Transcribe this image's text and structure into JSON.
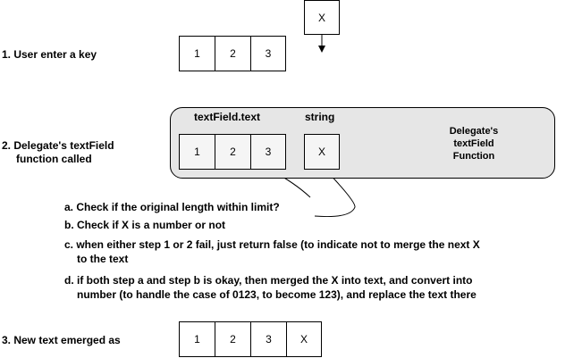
{
  "input_key": {
    "value": "X"
  },
  "step1": {
    "label": "1. User enter a key",
    "cells": [
      "1",
      "2",
      "3"
    ]
  },
  "step2": {
    "label_line1": "2. Delegate's textField",
    "label_line2": "function called",
    "textfield_header": "textField.text",
    "string_header": "string",
    "cells": [
      "1",
      "2",
      "3"
    ],
    "string_cell": "X",
    "delegate_title_lines": [
      "Delegate's",
      "textField",
      "Function"
    ]
  },
  "checks": {
    "a": "a. Check if the original length within limit?",
    "b": "b. Check if X is a number or not",
    "c_line1": "c. when either step 1 or 2 fail, just return false (to indicate not to merge the next X",
    "c_line2": "to the text",
    "d_line1": "d. if both step a and step b is okay, then merged the X into text, and convert into",
    "d_line2": "number (to handle the case of 0123, to become 123), and replace the text there"
  },
  "step3": {
    "label": "3. New text emerged as",
    "cells": [
      "1",
      "2",
      "3",
      "X"
    ]
  }
}
